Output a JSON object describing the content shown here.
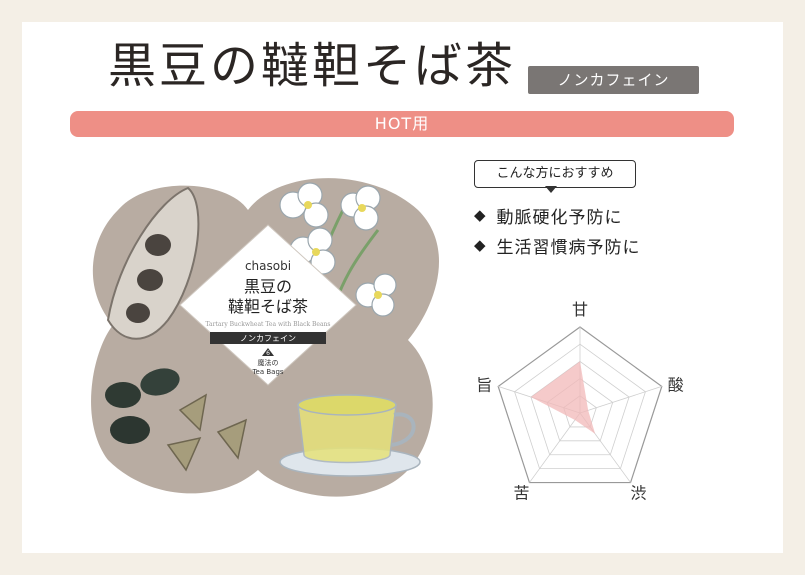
{
  "title": "黒豆の韃靼そば茶",
  "caffeine_badge": "ノンカフェイン",
  "hot_label": "HOT用",
  "recommend": {
    "label": "こんな方におすすめ",
    "items": [
      {
        "bullet": "◆",
        "text": "動脈硬化予防に"
      },
      {
        "bullet": "◆",
        "text": "生活習慣病予防に"
      }
    ]
  },
  "package": {
    "brand": "chasobi",
    "name_line1": "黒豆の",
    "name_line2": "韃靼そば茶",
    "english": "Tartary Buckwheat Tea with Black Beans",
    "caffeine": "ノンカフェイン",
    "count": "6",
    "bags_line1": "魔法の",
    "bags_line2": "Tea Bags"
  },
  "radar": {
    "axes": [
      "甘",
      "酸",
      "渋",
      "苦",
      "旨"
    ],
    "max": 5,
    "values": [
      3,
      0.5,
      1.5,
      0.5,
      3
    ]
  },
  "colors": {
    "accent": "#ee8f86",
    "badge": "#7a7674",
    "radar_fill": "#f2b8b8",
    "blob": "#b8aca2"
  }
}
